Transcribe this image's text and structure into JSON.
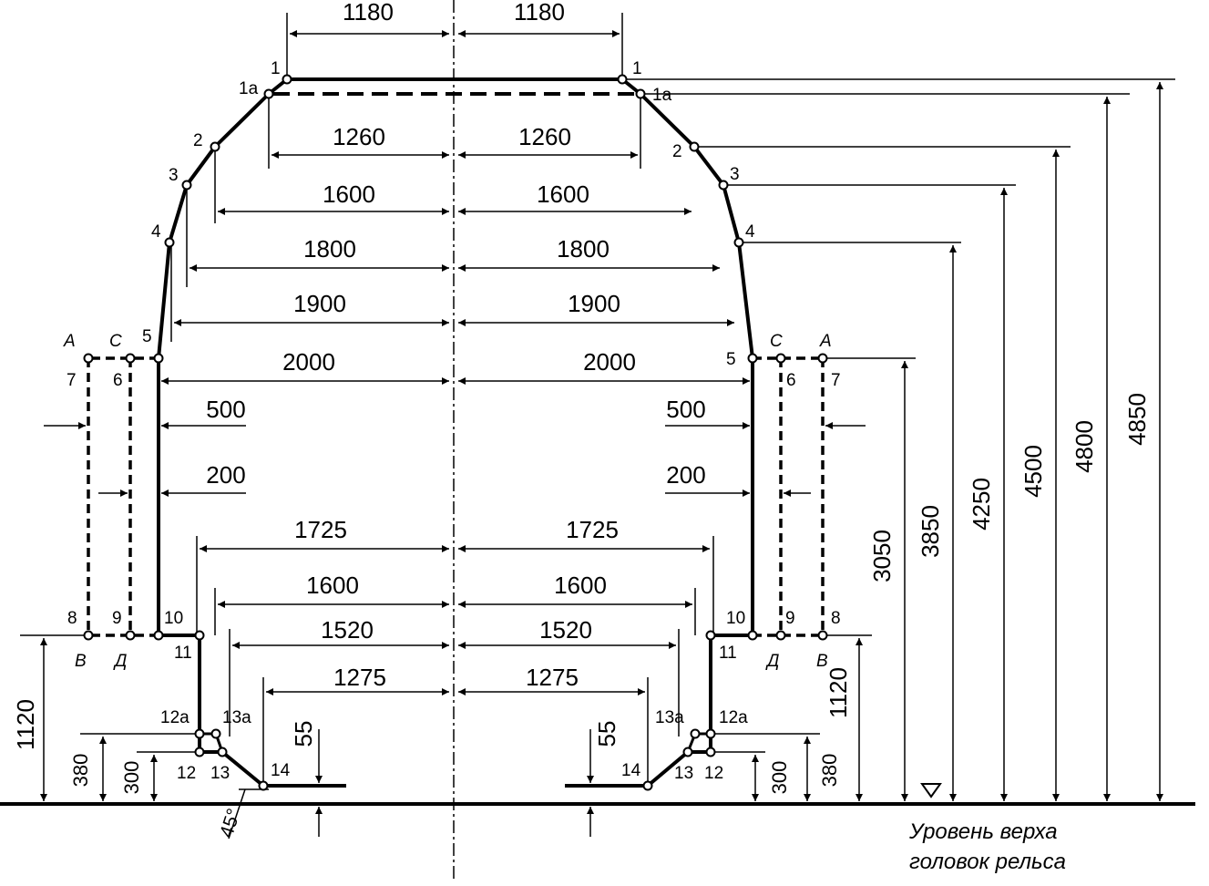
{
  "widths": {
    "top": "1180",
    "p1a": "1260",
    "p2": "1600",
    "p3": "1800",
    "p4": "1900",
    "p5": "2000",
    "p10": "1725",
    "p11": "1600",
    "p12": "1520",
    "p14": "1275",
    "offset_outer": "500",
    "offset_inner": "200"
  },
  "heights": {
    "h1": "4850",
    "h1a": "4800",
    "h2": "4500",
    "h3": "4250",
    "h4": "3850",
    "h5": "3050",
    "h10": "1120",
    "h12a": "380",
    "h12": "300",
    "h14": "55"
  },
  "angle": "45°",
  "points": {
    "p1": "1",
    "p1a": "1a",
    "p2": "2",
    "p3": "3",
    "p4": "4",
    "p5": "5",
    "p6": "6",
    "p7": "7",
    "p8": "8",
    "p9": "9",
    "p10": "10",
    "p11": "11",
    "p12a": "12a",
    "p12": "12",
    "p13a": "13a",
    "p13": "13",
    "p14": "14"
  },
  "letters": {
    "A": "А",
    "C": "С",
    "B": "В",
    "D": "Д"
  },
  "caption": {
    "line1": "Уровень верха",
    "line2": "головок рельса"
  }
}
